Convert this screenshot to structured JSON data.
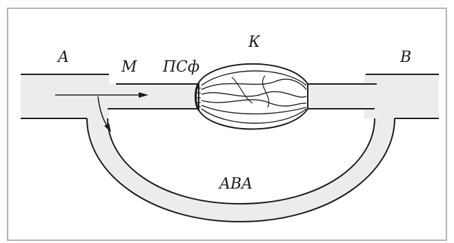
{
  "labels": {
    "a": "A",
    "m": "M",
    "psf": "ПСф",
    "k": "К",
    "b": "B",
    "ava": "ABA"
  },
  "colors": {
    "frame": "#9a9a9a",
    "vessel_fill": "#ececec",
    "ink": "#1a1a1a"
  }
}
